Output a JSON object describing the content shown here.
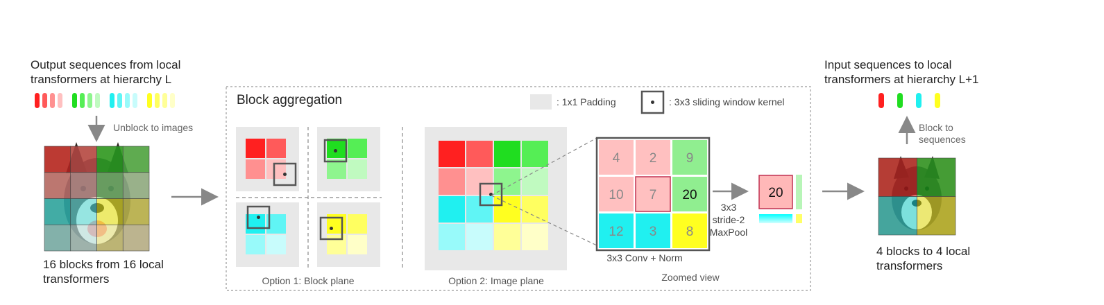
{
  "left": {
    "title_line1": "Output sequences from local",
    "title_line2": "transformers at hierarchy L",
    "unblock_label": "Unblock to images",
    "caption_line1": "16 blocks from 16 local",
    "caption_line2": "transformers"
  },
  "center": {
    "box_title": "Block aggregation",
    "legend_padding": ": 1x1 Padding",
    "legend_kernel": ": 3x3 sliding window kernel",
    "option1_label": "Option 1: Block plane",
    "option2_label": "Option 2: Image plane",
    "conv_label": "3x3 Conv + Norm",
    "zoom_label": "Zoomed view",
    "zoom_values": [
      "4",
      "2",
      "9",
      "10",
      "7",
      "20",
      "12",
      "3",
      "8"
    ],
    "pool_line1": "3x3",
    "pool_line2": "stride-2",
    "pool_line3": "MaxPool",
    "pool_result": "20"
  },
  "right": {
    "title_line1": "Input sequences to local",
    "title_line2": "transformers at hierarchy L+1",
    "block_label_line1": "Block to",
    "block_label_line2": "sequences",
    "caption_line1": "4 blocks to 4 local",
    "caption_line2": "transformers"
  },
  "colors": {
    "red": "#ff0000",
    "green": "#00dd00",
    "cyan": "#00ffff",
    "yellow": "#ffff00",
    "pad": "#e8e8e8",
    "arrow": "#888888",
    "kernel": "#555555"
  }
}
